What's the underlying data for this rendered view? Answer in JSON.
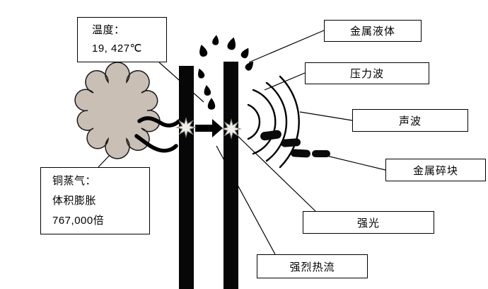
{
  "diagram_title": "arc-flash-explosion-diagram",
  "colors": {
    "background": "#ffffff",
    "ink": "#000000",
    "box_border": "#000000",
    "box_fill": "#ffffff",
    "cloud_fill": "#c9bfb5",
    "spark_fill": "#f2efe9",
    "spark_stroke": "#8f8f8f"
  },
  "labels": {
    "temperature_line1": "温度：",
    "temperature_line2": "19, 427℃",
    "metal_liquid": "金属液体",
    "pressure_wave": "压力波",
    "sound_wave": "声波",
    "metal_fragments": "金属碎块",
    "intense_light": "强光",
    "intense_heat_flow": "强烈热流",
    "copper_vapor_line1": "铜蒸气：",
    "copper_vapor_line2": "体积膨胀",
    "copper_vapor_line3": "767,000倍"
  }
}
